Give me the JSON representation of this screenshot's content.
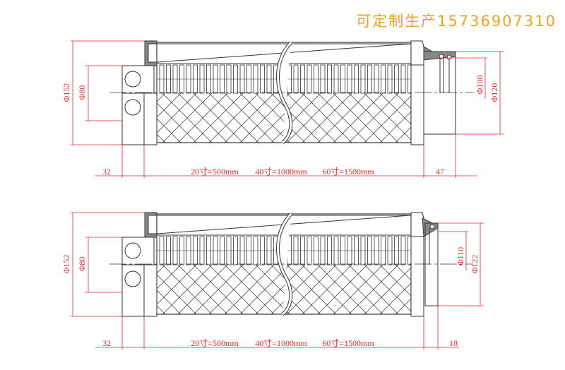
{
  "title": "可定制生产15736907310",
  "colors": {
    "title": "#f0a21d",
    "dimension": "#e8242a",
    "outline": "#333333"
  },
  "drawings": [
    {
      "outer_diameter": "Φ152",
      "inner_diameter": "Φ80",
      "left_length": "32",
      "length_20": "20寸=500mm",
      "length_40": "40寸=1000mm",
      "length_60": "60寸=1500mm",
      "right_length": "47",
      "right_inner_diameter": "Φ100",
      "right_outer_diameter": "Φ120"
    },
    {
      "outer_diameter": "Φ152",
      "inner_diameter": "Φ80",
      "left_length": "32",
      "length_20": "20寸=500mm",
      "length_40": "40寸=1000mm",
      "length_60": "60寸=1500mm",
      "right_length": "18",
      "right_inner_diameter": "Φ110",
      "right_outer_diameter": "Φ122"
    }
  ]
}
